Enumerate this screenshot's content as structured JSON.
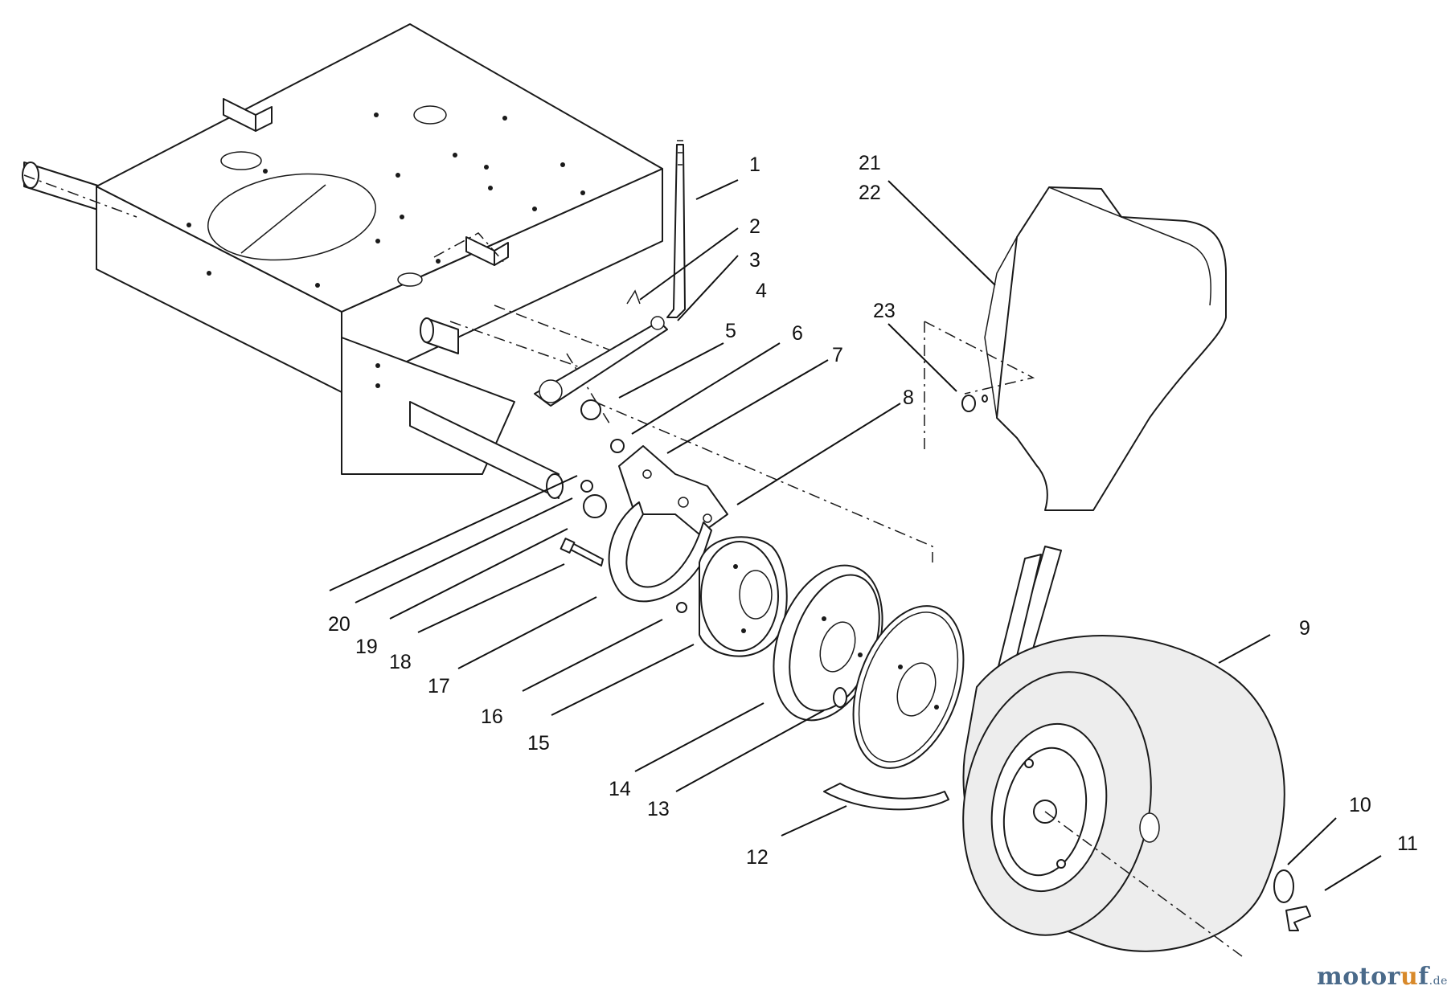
{
  "callouts": [
    {
      "id": "1",
      "text": "1"
    },
    {
      "id": "2",
      "text": "2"
    },
    {
      "id": "3",
      "text": "3"
    },
    {
      "id": "4",
      "text": "4"
    },
    {
      "id": "5",
      "text": "5"
    },
    {
      "id": "6",
      "text": "6"
    },
    {
      "id": "7",
      "text": "7"
    },
    {
      "id": "8",
      "text": "8"
    },
    {
      "id": "9",
      "text": "9"
    },
    {
      "id": "10",
      "text": "10"
    },
    {
      "id": "11",
      "text": "11"
    },
    {
      "id": "12",
      "text": "12"
    },
    {
      "id": "13",
      "text": "13"
    },
    {
      "id": "14",
      "text": "14"
    },
    {
      "id": "15",
      "text": "15"
    },
    {
      "id": "16",
      "text": "16"
    },
    {
      "id": "17",
      "text": "17"
    },
    {
      "id": "18",
      "text": "18"
    },
    {
      "id": "19",
      "text": "19"
    },
    {
      "id": "20",
      "text": "20"
    },
    {
      "id": "21",
      "text": "21"
    },
    {
      "id": "22",
      "text": "22"
    },
    {
      "id": "23",
      "text": "23"
    }
  ],
  "watermark": {
    "part1": "motor",
    "part2": "u",
    "part3": "f",
    "suffix": ".de",
    "color_dark": "#4a6a8a",
    "color_accent": "#d8892a"
  }
}
